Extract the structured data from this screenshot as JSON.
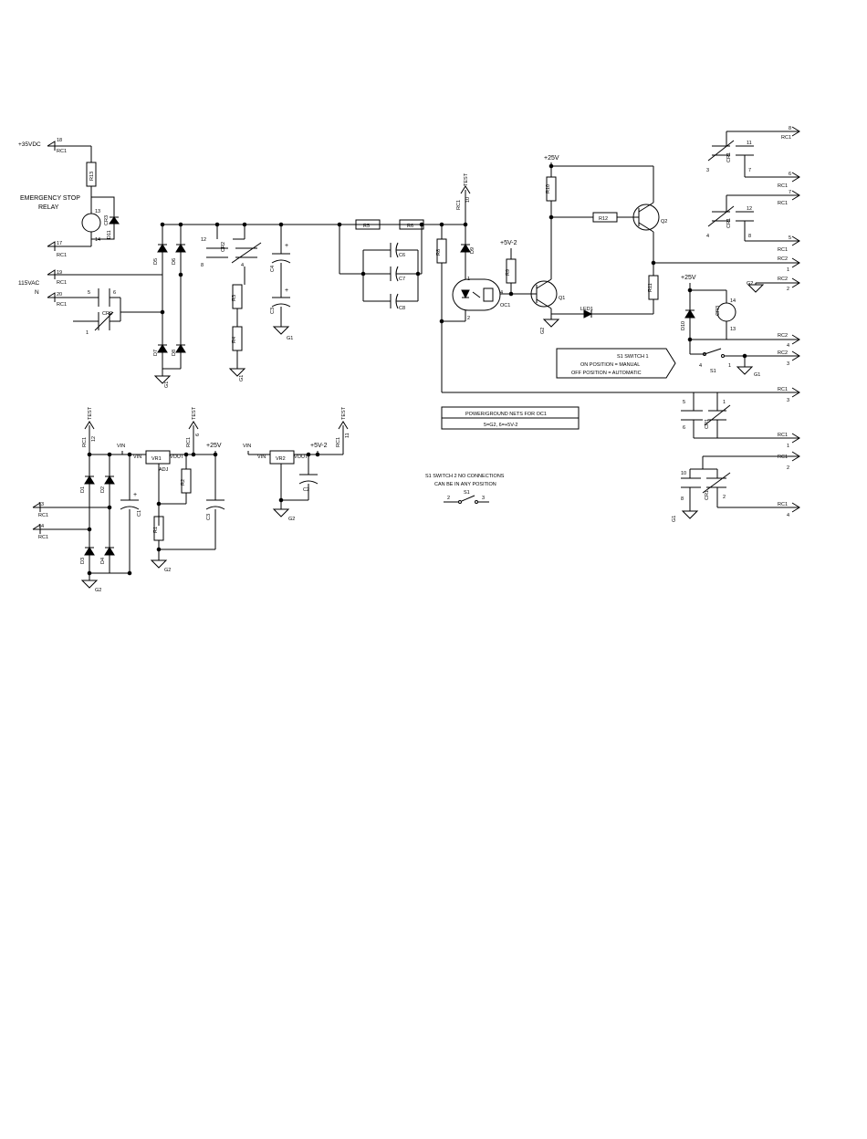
{
  "nets": {
    "p35vdc": "+35VDC",
    "p25v": "+25V",
    "p5v2": "+5V-2",
    "vin": "VIN",
    "vout": "VOUT",
    "adj": "ADJ",
    "test": "TEST",
    "v115": "115VAC",
    "n": "N",
    "g1": "G1",
    "g2": "G2"
  },
  "connectors": {
    "rc1": "RC1",
    "rc2": "RC2",
    "pins": {
      "p18": "18",
      "p17": "17",
      "p19": "19",
      "p20": "20",
      "p13": "13",
      "p14": "14",
      "p8": "8",
      "p6": "6",
      "p7": "7",
      "p5": "5",
      "p1": "1",
      "p2": "2",
      "p3": "3",
      "p4": "4",
      "p10": "10",
      "p11": "11",
      "p12": "12"
    }
  },
  "labels": {
    "estop_line1": "EMERGENCY STOP",
    "estop_line2": "RELAY",
    "netbox_title": "POWER/GROUND NETS FOR OC1",
    "netbox_value": "5=G2, 6=+5V-2",
    "s1sw1_line1": "S1 SWITCH 1",
    "s1sw1_line2": "ON POSITION = MANUAL",
    "s1sw1_line3": "OFF POSITION = AUTOMATIC",
    "s1sw2_line1": "S1 SWITCH 2   NO CONNECTIONS",
    "s1sw2_line2": "CAN BE IN ANY POSITION"
  },
  "components": {
    "r13": "R13",
    "r1": "R1",
    "r2": "R2",
    "r3": "R3",
    "r4": "R4",
    "r5": "R5",
    "r6": "R6",
    "r8": "R8",
    "r9": "R9",
    "r10": "R10",
    "r11": "R11",
    "r12": "R12",
    "d1": "D1",
    "d2": "D2",
    "d3": "D3",
    "d4": "D4",
    "d5": "D5",
    "d6": "D6",
    "d7": "D7",
    "d8": "D8",
    "d9": "D9",
    "d10": "D10",
    "d11": "D11",
    "c1": "C1",
    "c2": "C2",
    "c3": "C3",
    "c4": "C4",
    "c5": "C5",
    "c6": "C6",
    "c7": "C7",
    "c8": "C8",
    "cr1": "CR1",
    "cr2": "CR2",
    "cr3": "CR3",
    "q1": "Q1",
    "q2": "Q2",
    "oc1": "OC1",
    "vr1": "VR1",
    "vr2": "VR2",
    "led1": "LED1",
    "s1": "S1"
  }
}
